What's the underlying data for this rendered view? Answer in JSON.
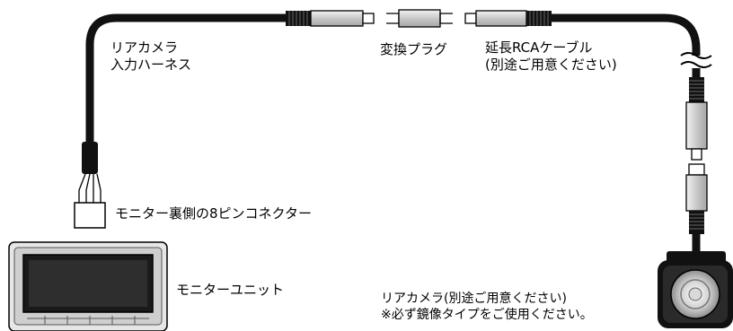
{
  "labels": {
    "rear_camera_harness": [
      "リアカメラ",
      "入力ハーネス"
    ],
    "conversion_plug": "変換プラグ",
    "extension_cable": [
      "延長RCAケーブル",
      "(別途ご用意ください)"
    ],
    "monitor_connector": "モニター裏側の8ピンコネクター",
    "monitor_unit": "モニターユニット",
    "rear_camera": [
      "リアカメラ(別途ご用意ください)",
      "※必ず鏡像タイプをご使用ください。"
    ]
  },
  "colors": {
    "cable": "#111111",
    "connector_fill": "#d9d9d9",
    "monitor_frame": "#bfbfbf",
    "screen": "#1a1a1a",
    "line": "#000000"
  }
}
